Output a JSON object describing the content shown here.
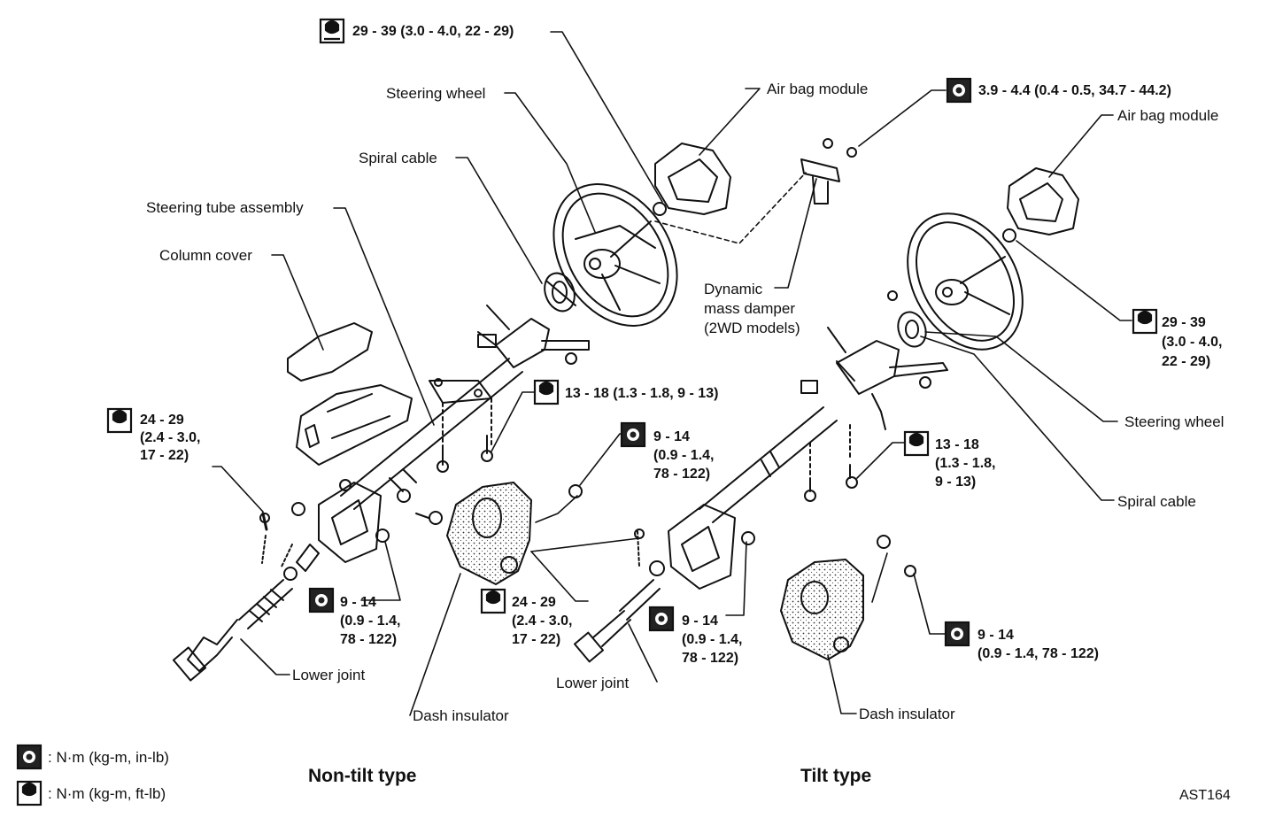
{
  "labels": {
    "steering_wheel": "Steering wheel",
    "spiral_cable": "Spiral cable",
    "steering_tube_assembly": "Steering tube assembly",
    "column_cover": "Column cover",
    "air_bag_module": "Air bag module",
    "dynamic_damper": [
      "Dynamic",
      "mass damper",
      "(2WD models)"
    ],
    "lower_joint": "Lower joint",
    "dash_insulator": "Dash insulator"
  },
  "torques": {
    "t_top": [
      "29 - 39 (3.0 - 4.0, 22 - 29)"
    ],
    "t_damper": [
      "3.9 - 4.4 (0.4 - 0.5, 34.7 - 44.2)"
    ],
    "t_left_24": [
      "24 - 29",
      "(2.4 - 3.0,",
      "17 - 22)"
    ],
    "t_13_left": [
      "13 - 18 (1.3 - 1.8, 9 - 13)"
    ],
    "t_9_left_mid": [
      "9 - 14",
      "(0.9 - 1.4,",
      "78 - 122)"
    ],
    "t_9_left_low": [
      "9 - 14",
      "(0.9 - 1.4,",
      "78 - 122)"
    ],
    "t_24_mid": [
      "24 - 29",
      "(2.4 - 3.0,",
      "17 - 22)"
    ],
    "t_9_center": [
      "9 - 14",
      "(0.9 - 1.4,",
      "78 - 122)"
    ],
    "t_13_right": [
      "13 - 18",
      "(1.3 - 1.8,",
      "9 - 13)"
    ],
    "t_29_right": [
      "29 - 39",
      "(3.0 - 4.0,",
      "22 - 29)"
    ],
    "t_9_right": [
      "9 - 14",
      "(0.9 - 1.4, 78 - 122)"
    ]
  },
  "legend": {
    "nm_inlb": ": N·m (kg-m, in-lb)",
    "nm_ftlb": ": N·m (kg-m, ft-lb)"
  },
  "titles": {
    "non_tilt": "Non-tilt type",
    "tilt": "Tilt type"
  },
  "figure_code": "AST164",
  "icons": {
    "inlb": "torque-wrench-in-lb-icon",
    "ftlb": "torque-wrench-ft-lb-icon"
  }
}
